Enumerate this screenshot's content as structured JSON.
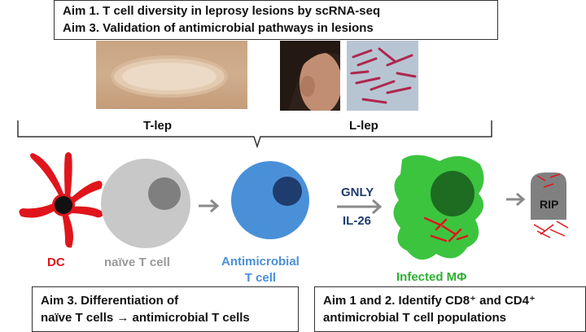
{
  "top_box": {
    "line1": "Aim 1. T cell diversity in leprosy lesions by scRNA-seq",
    "line2": "Aim 3. Validation  of antimicrobial  pathways in lesions"
  },
  "brace": {
    "left_label": "T-lep",
    "right_label": "L-lep"
  },
  "cells": {
    "dc": "DC",
    "naive": "naïve T cell",
    "antimicrobial_line1": "Antimicrobial",
    "antimicrobial_line2": "T cell",
    "infected": "Infected MΦ",
    "rip": "RIP"
  },
  "effectors": {
    "gnly": "GNLY",
    "il26": "IL-26"
  },
  "bottom_left_box": {
    "line1": "Aim 3. Differentiation  of",
    "line2": "naïve T cells → antimicrobial  T cells"
  },
  "bottom_right_box": {
    "line1": "Aim 1 and 2. Identify  CD8⁺ and CD4⁺",
    "line2": "antimicrobial  T cell populations"
  },
  "colors": {
    "dc_red": "#e0151b",
    "naive_gray": "#c8c8c8",
    "antimicrobial_blue": "#4a90d9",
    "infected_green": "#3cc43f",
    "navy_text": "#1f3c6e"
  }
}
